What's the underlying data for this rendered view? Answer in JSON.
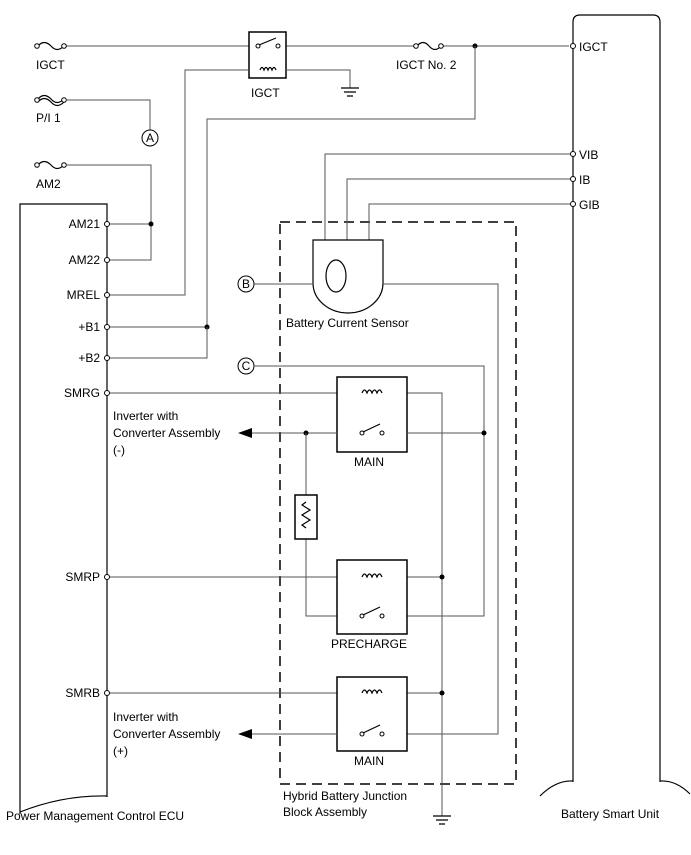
{
  "fuses": {
    "igct_main": "IGCT",
    "pi1": "P/I 1",
    "am2": "AM2",
    "igct_no2": "IGCT No. 2"
  },
  "relays": {
    "igct": "IGCT",
    "main_neg": "MAIN",
    "precharge": "PRECHARGE",
    "main_pos": "MAIN"
  },
  "connectors": {
    "a": "A",
    "b": "B",
    "c": "C"
  },
  "ecu": {
    "name": "Power Management Control ECU",
    "pins": [
      "AM21",
      "AM22",
      "MREL",
      "+B1",
      "+B2",
      "SMRG",
      "SMRP",
      "SMRB"
    ]
  },
  "smart_unit": {
    "name": "Battery Smart Unit",
    "pins": [
      "IGCT",
      "VIB",
      "IB",
      "GIB"
    ]
  },
  "sensor": {
    "name": "Battery Current Sensor"
  },
  "junction_block": {
    "line1": "Hybrid Battery Junction",
    "line2": "Block Assembly"
  },
  "inverter_neg": {
    "line1": "Inverter with",
    "line2": "Converter Assembly",
    "line3": "(-)"
  },
  "inverter_pos": {
    "line1": "Inverter with",
    "line2": "Converter Assembly",
    "line3": "(+)"
  }
}
